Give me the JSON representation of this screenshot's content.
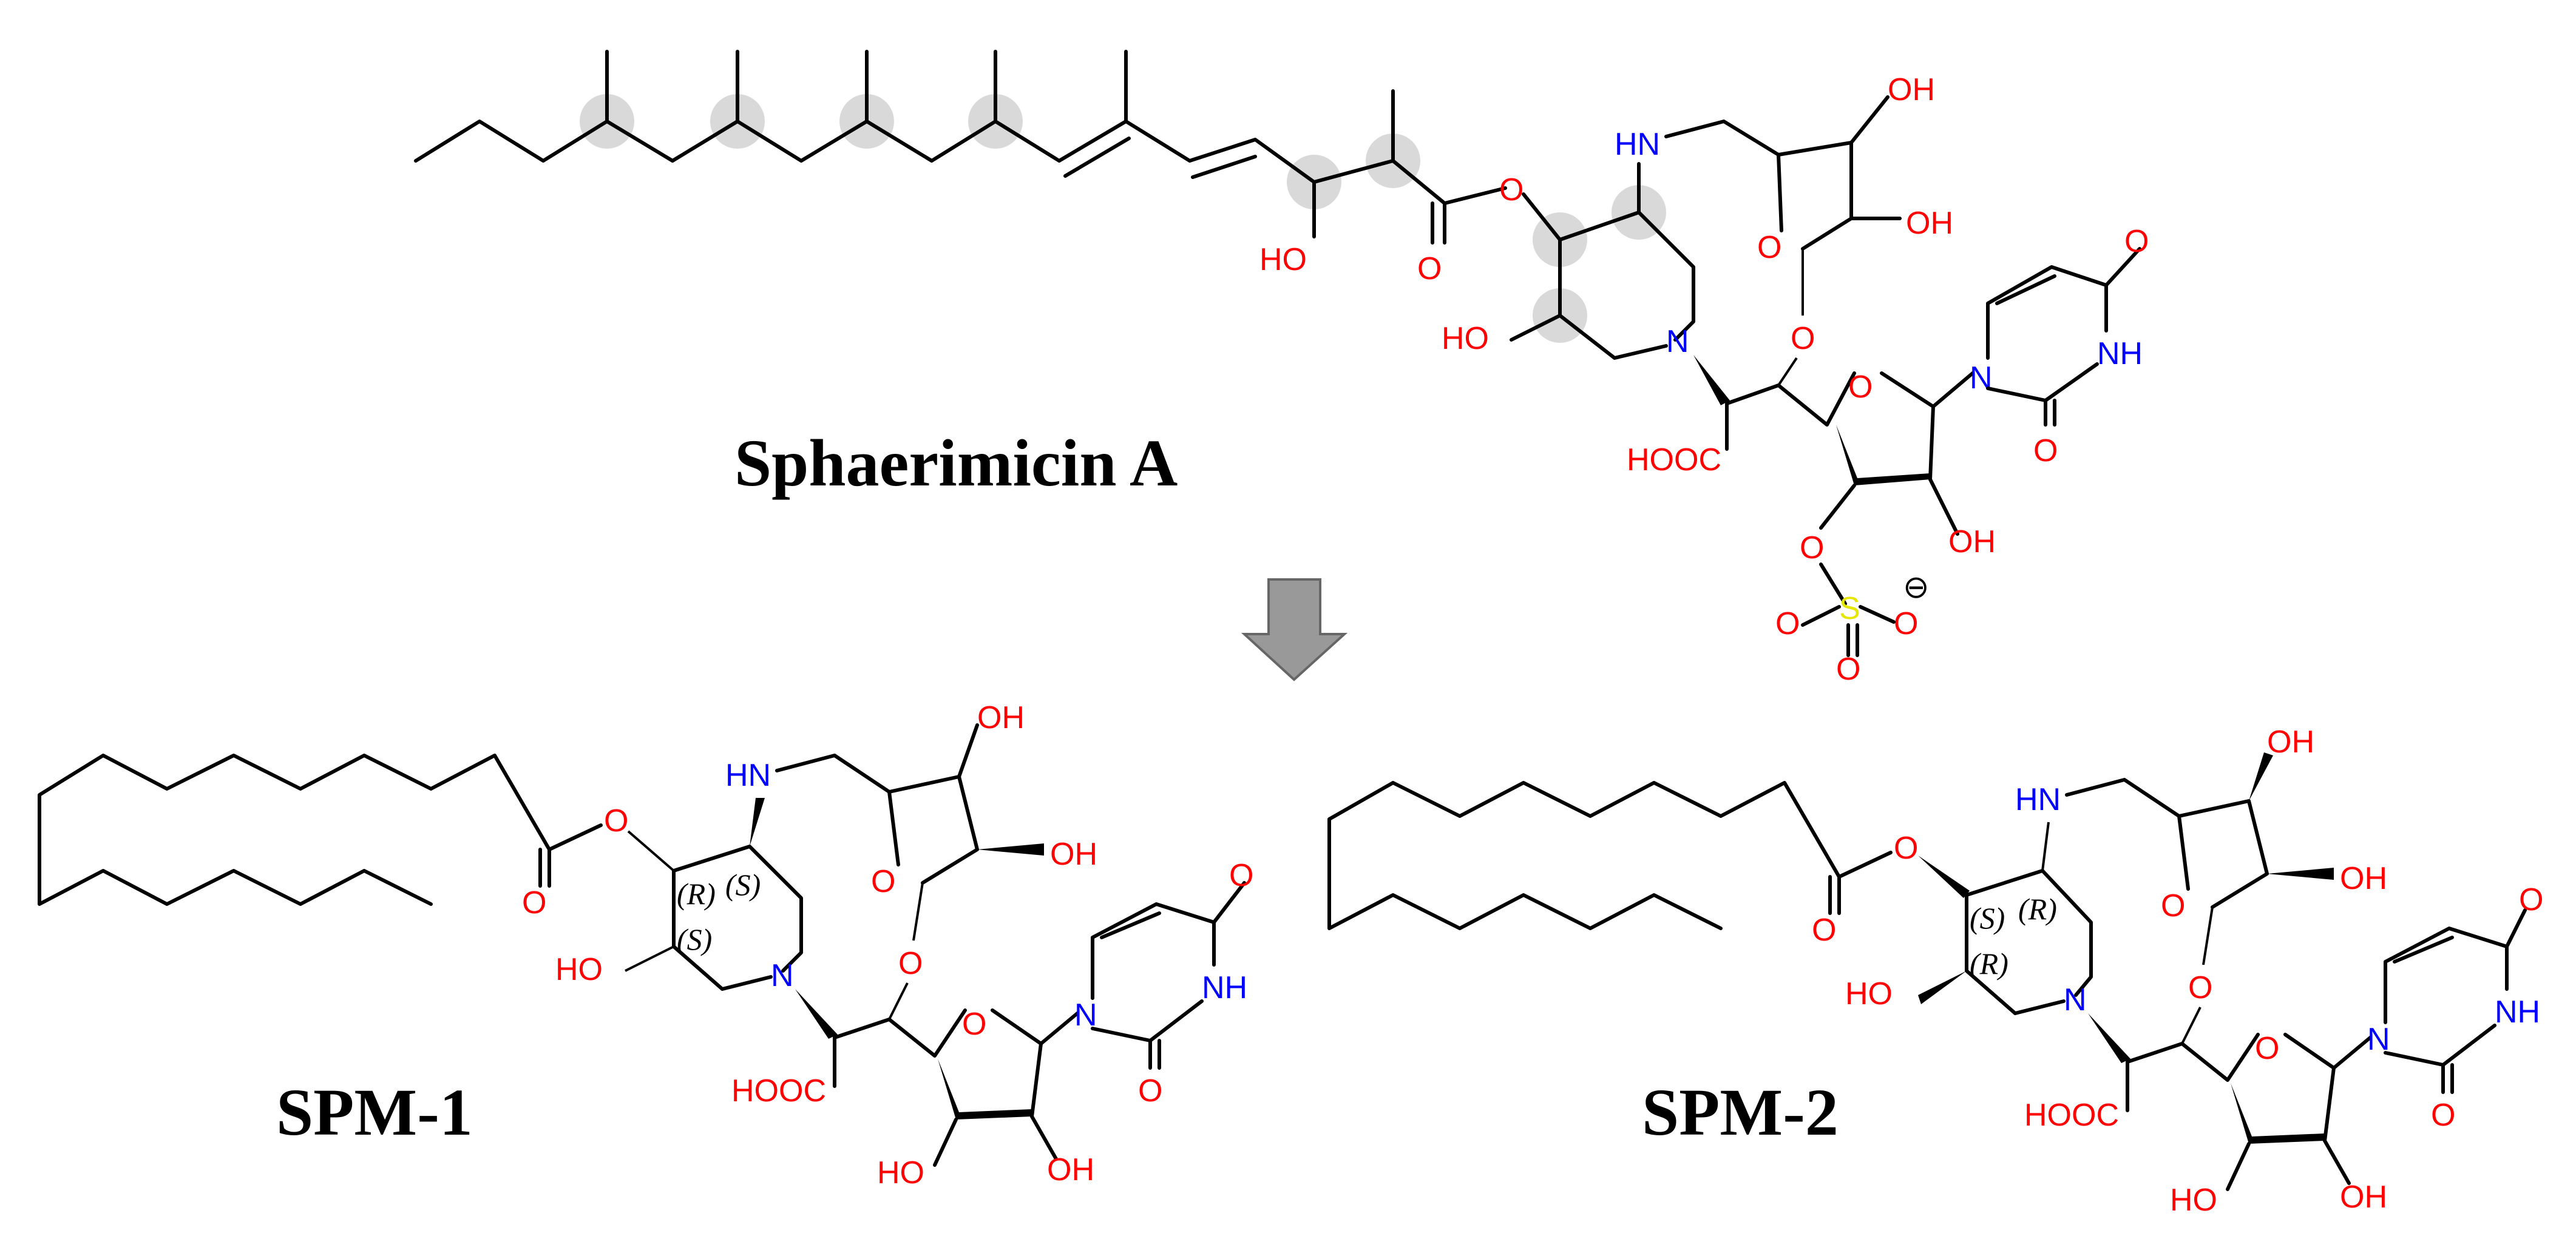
{
  "titles": {
    "top": "Sphaerimicin A",
    "left": "SPM-1",
    "right": "SPM-2"
  },
  "labels": {
    "oh": "OH",
    "ho": "HO",
    "o": "O",
    "n": "N",
    "nh": "NH",
    "hn": "HN",
    "s": "S",
    "cooh": "HOOC",
    "charge": "⊖"
  },
  "stereo": {
    "spm1": [
      "(R)",
      "(S)",
      "(S)"
    ],
    "spm2": [
      "(S)",
      "(R)",
      "(R)"
    ]
  },
  "colors": {
    "oxygen": "#ff0000",
    "nitrogen": "#0000ff",
    "sulfur": "#e6e600",
    "carbon": "#000000",
    "highlight": "#d9d9d9",
    "arrow": "#999999"
  }
}
